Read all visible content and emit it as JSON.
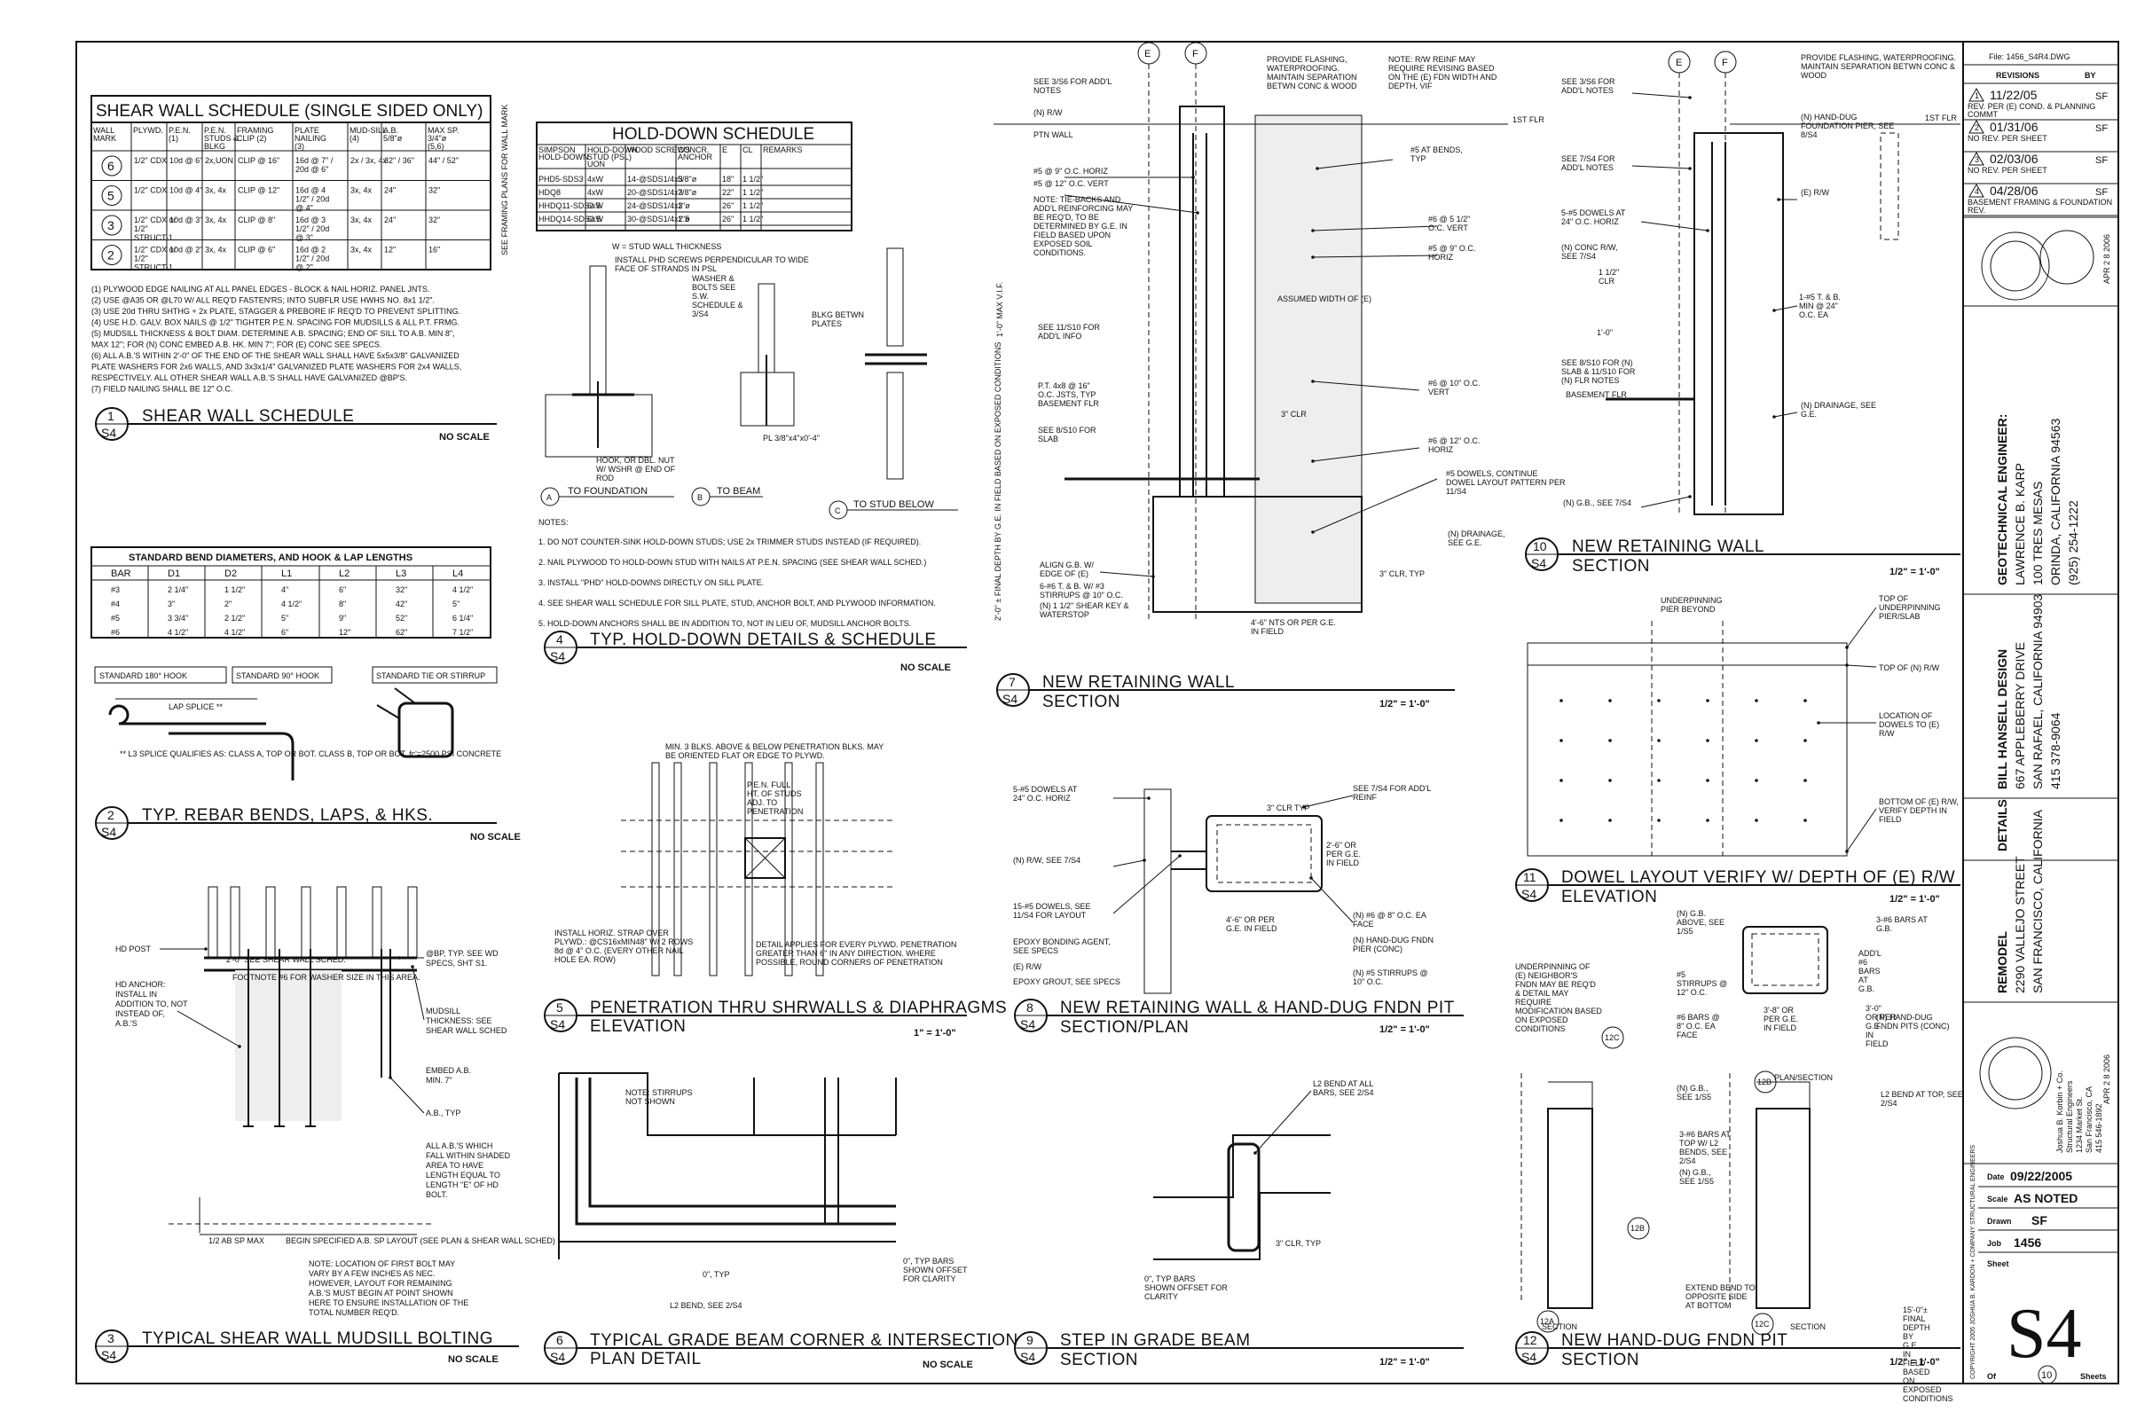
{
  "sheet": {
    "file": "File: 1456_S4R4.DWG",
    "revisions_label": "REVISIONS",
    "revisions_by": "BY",
    "revisions": [
      {
        "num": "1",
        "date": "11/22/05",
        "by": "SF",
        "note": "REV. PER (E) COND. & PLANNING COMMT"
      },
      {
        "num": "2",
        "date": "01/31/06",
        "by": "SF",
        "note": "NO REV. PER SHEET"
      },
      {
        "num": "3",
        "date": "02/03/06",
        "by": "SF",
        "note": "NO REV. PER SHEET"
      },
      {
        "num": "4",
        "date": "04/28/06",
        "by": "SF",
        "note": "BASEMENT FRAMING & FOUNDATION REV."
      }
    ],
    "geo_engineer": [
      "GEOTECHNICAL ENGINEER:",
      "LAWRENCE B. KARP",
      "100 TRES MESAS",
      "ORINDA, CALIFORNIA 94563",
      "(925) 254-1222"
    ],
    "designer": [
      "BILL HANSELL DESIGN",
      "667 APPLEBERRY DRIVE",
      "SAN RAFAEL, CALIFORNIA 94903",
      "415 378-9064"
    ],
    "details_label": "DETAILS",
    "project": [
      "REMODEL",
      "2290 VALLEJO STREET",
      "SAN FRANCISCO, CALIFORNIA"
    ],
    "stamp_date": "APR 2 8 2006",
    "engineer_block": [
      "Joshua B. Korbin + Co.",
      "Structural Engineers",
      "1234 Market St.",
      "San Francisco, CA",
      "415 546-1892"
    ],
    "date_label": "Date",
    "date": "09/22/2005",
    "scale_label": "Scale",
    "scale": "AS NOTED",
    "drawn_label": "Drawn",
    "drawn": "SF",
    "job_label": "Job",
    "job": "1456",
    "sheet_label": "Sheet",
    "sheet_no": "S4",
    "of_label": "Of",
    "of": "10",
    "sheets_label": "Sheets",
    "copyright": "COPYRIGHT 2005 JOSHUA B. KARDON + COMPANY STRUCTURAL ENGINEERS"
  },
  "d1": {
    "num": "1",
    "sheet": "S4",
    "title": "SHEAR WALL SCHEDULE",
    "scale": "NO SCALE",
    "table_title": "SHEAR WALL SCHEDULE (SINGLE SIDED ONLY)",
    "headers": [
      "WALL MARK",
      "PLYWD.",
      "P.E.N. (1)",
      "P.E.N. STUDS & BLKG",
      "FRAMING CLIP (2)",
      "PLATE NAILING (3)",
      "MUD-SILL (4)",
      "A.B. 5/8\"ø",
      "MAX SP. 3/4\"ø (5,6)"
    ],
    "rows": [
      [
        "6",
        "1/2\" CDX",
        "10d @ 6\"",
        "2x,UON",
        "CLIP @ 16\"",
        "16d @ 7\" / 20d @ 6\"",
        "2x / 3x, 4x",
        "32\" / 36\"",
        "44\" / 52\""
      ],
      [
        "5",
        "1/2\" CDX",
        "10d @ 4\"",
        "3x, 4x",
        "CLIP @ 12\"",
        "16d @ 4 1/2\" / 20d @ 4\"",
        "3x, 4x",
        "24\"",
        "32\""
      ],
      [
        "3",
        "1/2\" CDX or 1/2\" STRUCT-1",
        "10d @ 3\"",
        "3x, 4x",
        "CLIP @ 8\"",
        "16d @ 3 1/2\" / 20d @ 3\"",
        "3x, 4x",
        "24\"",
        "32\""
      ],
      [
        "2",
        "1/2\" CDX or 1/2\" STRUCT-1",
        "10d @ 2\"",
        "3x, 4x",
        "CLIP @ 6\"",
        "16d @ 2 1/2\" / 20d @ 2\"",
        "3x, 4x",
        "12\"",
        "16\""
      ]
    ],
    "side_note": "SEE FRAMING PLANS FOR WALL MARK",
    "notes": [
      "(1)  PLYWOOD EDGE NAILING AT ALL PANEL EDGES - BLOCK & NAIL HORIZ. PANEL JNTS.",
      "(2)  USE @A35 OR @L70 W/ ALL REQ'D FASTEN'RS; INTO SUBFLR USE HWHS NO. 8x1 1/2\".",
      "(3)  USE 20d THRU SHTHG + 2x PLATE, STAGGER & PREBORE IF REQ'D TO PREVENT SPLITTING.",
      "(4)  USE H.D. GALV. BOX NAILS @ 1/2\" TIGHTER P.E.N. SPACING FOR MUDSILLS & ALL P.T. FRMG.",
      "(5)  MUDSILL THICKNESS & BOLT DIAM. DETERMINE A.B. SPACING; END OF SILL TO A.B. MIN 8\",",
      "      MAX 12\"; FOR (N) CONC EMBED A.B. HK. MIN 7\"; FOR (E) CONC SEE SPECS.",
      "(6)  ALL A.B.'S WITHIN 2'-0\" OF THE END OF THE SHEAR WALL SHALL HAVE 5x5x3/8\" GALVANIZED",
      "PLATE WASHERS FOR 2x6 WALLS, AND 3x3x1/4\" GALVANIZED PLATE WASHERS FOR 2x4 WALLS,",
      "RESPECTIVELY. ALL OTHER SHEAR WALL A.B.'S SHALL HAVE GALVANIZED @BP'S.",
      "(7)  FIELD NAILING SHALL BE 12\" O.C."
    ]
  },
  "d2": {
    "num": "2",
    "sheet": "S4",
    "title": "TYP. REBAR BENDS, LAPS, & HKS.",
    "scale": "NO SCALE",
    "table_title": "STANDARD BEND DIAMETERS, AND HOOK & LAP LENGTHS",
    "headers": [
      "BAR",
      "D1",
      "D2",
      "L1",
      "L2",
      "L3",
      "L4"
    ],
    "rows": [
      [
        "#3",
        "2 1/4\"",
        "1 1/2\"",
        "4\"",
        "6\"",
        "32\"",
        "4 1/2\""
      ],
      [
        "#4",
        "3\"",
        "2\"",
        "4 1/2\"",
        "8\"",
        "42\"",
        "5\""
      ],
      [
        "#5",
        "3 3/4\"",
        "2 1/2\"",
        "5\"",
        "9\"",
        "52\"",
        "6 1/4\""
      ],
      [
        "#6",
        "4 1/2\"",
        "4 1/2\"",
        "6\"",
        "12\"",
        "62\"",
        "7 1/2\""
      ]
    ],
    "hook180": "STANDARD 180° HOOK",
    "hook90": "STANDARD 90° HOOK",
    "tie": "STANDARD TIE OR STIRRUP",
    "lap_splice": "LAP SPLICE **",
    "lap_note": "** L3 SPLICE QUALIFIES AS: CLASS A, TOP OR BOT. CLASS B, TOP OR BOT. fc'=2500 PSI CONCRETE"
  },
  "d3": {
    "num": "3",
    "sheet": "S4",
    "title": "TYPICAL SHEAR WALL MUDSILL BOLTING",
    "scale": "NO SCALE",
    "dim_top": "2'-0\"  SEE SHEAR WALL SCHED.",
    "footnote": "FOOTNOTE #6 FOR WASHER SIZE IN THIS AREA.",
    "labels": [
      "HD POST",
      "HD ANCHOR: INSTALL IN ADDITION TO, NOT INSTEAD OF, A.B.'S",
      "@BP, TYP. SEE WD SPECS, SHT S1.",
      "MUDSILL THICKNESS: SEE SHEAR WALL SCHED",
      "EMBED A.B. MIN. 7\"",
      "A.B., TYP",
      "ALL A.B.'S WHICH FALL WITHIN SHADED AREA TO HAVE LENGTH EQUAL TO LENGTH \"E\" OF HD BOLT."
    ],
    "max": "1/2 AB SP MAX",
    "begin": "BEGIN SPECIFIED A.B. SP LAYOUT (SEE PLAN & SHEAR WALL SCHED)",
    "note": "NOTE: LOCATION OF FIRST BOLT MAY VARY BY A FEW INCHES AS NEC. HOWEVER, LAYOUT FOR REMAINING A.B.'S MUST BEGIN AT POINT SHOWN HERE TO ENSURE INSTALLATION OF THE TOTAL NUMBER REQ'D."
  },
  "d4": {
    "num": "4",
    "sheet": "S4",
    "title": "TYP. HOLD-DOWN DETAILS & SCHEDULE",
    "scale": "NO SCALE",
    "table_title": "HOLD-DOWN SCHEDULE",
    "headers": [
      "SIMPSON HOLD-DOWN",
      "HOLD-DOWN STUD (PSL) UON",
      "WOOD SCREWS",
      "CONCR. ANCHOR",
      "E",
      "CL",
      "REMARKS"
    ],
    "rows": [
      [
        "PHD5-SDS3",
        "4xW",
        "14-@SDS1/4x3",
        "5/8\"ø",
        "18\"",
        "1 1/2\"",
        ""
      ],
      [
        "HDQ8",
        "4xW",
        "20-@SDS1/4x3",
        "7/8\"ø",
        "22\"",
        "1 1/2\"",
        ""
      ],
      [
        "HHDQ11-SDS2.5",
        "6xW",
        "24-@SDS1/4x3",
        "1\"ø",
        "26\"",
        "1 1/2\"",
        ""
      ],
      [
        "HHDQ14-SDS2.5",
        "6xW",
        "30-@SDS1/4x2.5",
        "1\"ø",
        "26\"",
        "1 1/2\"",
        ""
      ]
    ],
    "labels": [
      "W = STUD WALL THICKNESS",
      "INSTALL PHD SCREWS PERPENDICULAR TO WIDE FACE OF STRANDS IN PSL",
      "WASHER & BOLTS SEE S.W. SCHEDULE & 3/S4",
      "HOOK, OR DBL. NUT W/ WSHR @ END OF ROD",
      "BLKG BETWN PLATES",
      "PL 3/8\"x4\"x0'-4\""
    ],
    "subA": "TO FOUNDATION",
    "subB": "TO BEAM",
    "subC": "TO STUD BELOW",
    "notes_label": "NOTES:",
    "notes": [
      "1.  DO NOT COUNTER-SINK HOLD-DOWN STUDS; USE 2x TRIMMER STUDS INSTEAD (IF REQUIRED).",
      "2.  NAIL PLYWOOD TO HOLD-DOWN STUD WITH NAILS AT P.E.N. SPACING (SEE SHEAR WALL SCHED.)",
      "3.  INSTALL \"PHD\" HOLD-DOWNS DIRECTLY ON SILL PLATE.",
      "4.  SEE SHEAR WALL SCHEDULE FOR SILL PLATE, STUD, ANCHOR BOLT, AND PLYWOOD INFORMATION.",
      "5.  HOLD-DOWN ANCHORS SHALL BE IN ADDITION TO, NOT IN LIEU OF, MUDSILL ANCHOR BOLTS."
    ]
  },
  "d5": {
    "num": "5",
    "sheet": "S4",
    "title": "PENETRATION THRU SHRWALLS & DIAPHRAGMS",
    "subtitle": "ELEVATION",
    "scale": "1\" = 1'-0\"",
    "labels": [
      "MIN. 3 BLKS. ABOVE & BELOW PENETRATION BLKS. MAY BE ORIENTED FLAT OR EDGE TO PLYWD.",
      "P.E.N. FULL HT. OF STUDS ADJ. TO PENETRATION",
      "INSTALL HORIZ. STRAP OVER PLYWD.: @CS16xMIN48\" W/ 2 ROWS 8d @ 4\" O.C. (EVERY OTHER NAIL HOLE EA. ROW)",
      "DETAIL APPLIES FOR EVERY PLYWD. PENETRATION GREATER THAN 6\" IN ANY DIRECTION. WHERE POSSIBLE, ROUND CORNERS OF PENETRATION"
    ]
  },
  "d6": {
    "num": "6",
    "sheet": "S4",
    "title": "TYPICAL GRADE BEAM CORNER & INTERSECTION",
    "subtitle": "PLAN DETAIL",
    "scale": "NO SCALE",
    "labels": [
      "NOTE: STIRRUPS NOT SHOWN",
      "0\", TYP",
      "L2 BEND, SEE 2/S4",
      "0\", TYP BARS SHOWN OFFSET FOR CLARITY"
    ]
  },
  "d7": {
    "num": "7",
    "sheet": "S4",
    "title": "NEW RETAINING WALL",
    "subtitle": "SECTION",
    "scale": "1/2\" = 1'-0\"",
    "grid": [
      "E",
      "F"
    ],
    "labels": [
      "SEE 3/S6 FOR ADD'L NOTES",
      "(N) R/W",
      "PTN WALL",
      "#5 @ 9\" O.C. HORIZ",
      "#5 @ 12\" O.C. VERT",
      "NOTE: TIE-BACKS AND ADD'L REINFORCING MAY BE REQ'D, TO BE DETERMINED BY G.E. IN FIELD BASED UPON EXPOSED SOIL CONDITIONS.",
      "PROVIDE FLASHING, WATERPROOFING. MAINTAIN SEPARATION BETWN CONC & WOOD",
      "NOTE: R/W REINF MAY REQUIRE REVISING BASED ON THE (E) FDN WIDTH AND DEPTH, VIF",
      "1ST FLR",
      "#5 AT BENDS, TYP",
      "#6 @ 5 1/2\" O.C. VERT",
      "#5 @ 9\" O.C. HORIZ",
      "ASSUMED WIDTH OF (E)",
      "SEE 11/S10 FOR ADD'L INFO",
      "P.T. 4x8 @ 16\" O.C. JSTS, TYP",
      "BASEMENT FLR",
      "SEE 8/S10 FOR SLAB",
      "3\" CLR",
      "#6 @ 10\" O.C. VERT",
      "#6 @ 12\" O.C. HORIZ",
      "#5 DOWELS, CONTINUE DOWEL LAYOUT PATTERN PER 11/S4",
      "ALIGN G.B. W/ EDGE OF (E)",
      "6-#6 T. & B. W/ #3 STIRRUPS @ 10\" O.C.",
      "(N) 1 1/2\" SHEAR KEY & WATERSTOP",
      "(N) DRAINAGE, SEE G.E.",
      "3\" CLR, TYP",
      "4'-6\" NTS OR PER G.E. IN FIELD",
      "1'-0\" MAX V.I.F.",
      "2'-0\" ± FINAL DEPTH BY G.E. IN FIELD BASED ON EXPOSED CONDITIONS"
    ]
  },
  "d8": {
    "num": "8",
    "sheet": "S4",
    "title": "NEW RETAINING WALL & HAND-DUG FNDN PIT",
    "subtitle": "SECTION/PLAN",
    "scale": "1/2\" = 1'-0\"",
    "labels": [
      "5-#5 DOWELS AT 24\" O.C. HORIZ",
      "SEE 7/S4 FOR ADD'L REINF",
      "3\" CLR TYP",
      "(N) R/W, SEE 7/S4",
      "2'-6\" OR PER G.E. IN FIELD",
      "15-#5 DOWELS, SEE 11/S4 FOR LAYOUT",
      "EPOXY BONDING AGENT, SEE SPECS",
      "(E) R/W",
      "EPOXY GROUT, SEE SPECS",
      "4'-6\" OR PER G.E. IN FIELD",
      "(N) #6 @ 8\" O.C. EA FACE",
      "(N) HAND-DUG FNDN PIER (CONC)",
      "(N) #5 STIRRUPS @ 10\" O.C."
    ]
  },
  "d9": {
    "num": "9",
    "sheet": "S4",
    "title": "STEP IN GRADE BEAM",
    "subtitle": "SECTION",
    "scale": "1/2\" = 1'-0\"",
    "labels": [
      "L2 BEND AT ALL BARS, SEE 2/S4",
      "3\" CLR, TYP",
      "0\", TYP BARS SHOWN OFFSET FOR CLARITY"
    ]
  },
  "d10": {
    "num": "10",
    "sheet": "S4",
    "title": "NEW RETAINING WALL",
    "subtitle": "SECTION",
    "scale": "1/2\" = 1'-0\"",
    "grid": [
      "E",
      "F"
    ],
    "labels": [
      "SEE 3/S6 FOR ADD'L NOTES",
      "PROVIDE FLASHING, WATERPROOFING. MAINTAIN SEPARATION BETWN CONC & WOOD",
      "(N) HAND-DUG FOUNDATION PIER, SEE 8/S4",
      "1ST FLR",
      "SEE 7/S4 FOR ADD'L NOTES",
      "(E) R/W",
      "5-#5 DOWELS AT 24\" O.C. HORIZ",
      "(N) CONC R/W, SEE 7/S4",
      "1 1/2\" CLR",
      "1-#5 T. & B. MIN @ 24\" O.C. EA",
      "1'-0\"",
      "SEE 8/S10 FOR (N) SLAB & 11/S10 FOR (N) FLR NOTES",
      "BASEMENT FLR",
      "(N) DRAINAGE, SEE G.E.",
      "(N) G.B., SEE 7/S4"
    ]
  },
  "d11": {
    "num": "11",
    "sheet": "S4",
    "title": "DOWEL LAYOUT VERIFY W/ DEPTH OF (E) R/W",
    "subtitle": "ELEVATION",
    "scale": "1/2\" = 1'-0\"",
    "labels": [
      "UNDERPINNING PIER BEYOND",
      "TOP OF UNDERPINNING PIER/SLAB",
      "TOP OF (N) R/W",
      "LOCATION OF DOWELS TO (E) R/W",
      "BOTTOM OF (E) R/W, VERIFY DEPTH IN FIELD"
    ]
  },
  "d12": {
    "num": "12",
    "sheet": "S4",
    "title": "NEW HAND-DUG FNDN PIT",
    "subtitle": "SECTION",
    "scale": "1/2\" = 1'-0\"",
    "labels": [
      "UNDERPINNING OF (E) NEIGHBOR'S FNDN MAY BE REQ'D & DETAIL MAY REQUIRE MODIFICATION BASED ON EXPOSED CONDITIONS",
      "(N) G.B. ABOVE, SEE 1/S5",
      "#5 STIRRUPS @ 12\" O.C.",
      "3-#6 BARS AT G.B.",
      "#6 BARS @ 8\" O.C. EA FACE",
      "ADD'L #6 BARS AT G.B.",
      "3'-0\" OR PER G.E. IN FIELD",
      "3'-8\" OR PER G.E. IN FIELD",
      "(N) HAND-DUG FNDN PITS (CONC)",
      "PLAN/SECTION",
      "(N) G.B., SEE 1/S5",
      "L2 BEND AT TOP, SEE 2/S4",
      "3-#6 BARS AT TOP W/ L2 BENDS, SEE 2/S4",
      "(N) G.B., SEE 1/S5",
      "EXTEND BEND TO OPPOSITE SIDE AT BOTTOM",
      "15'-0\"± FINAL DEPTH BY G.E. IN FIELD BASED ON EXPOSED CONDITIONS",
      "SECTION",
      "SECTION"
    ],
    "tags": [
      "12C",
      "12B",
      "12B",
      "12A",
      "12C"
    ]
  }
}
